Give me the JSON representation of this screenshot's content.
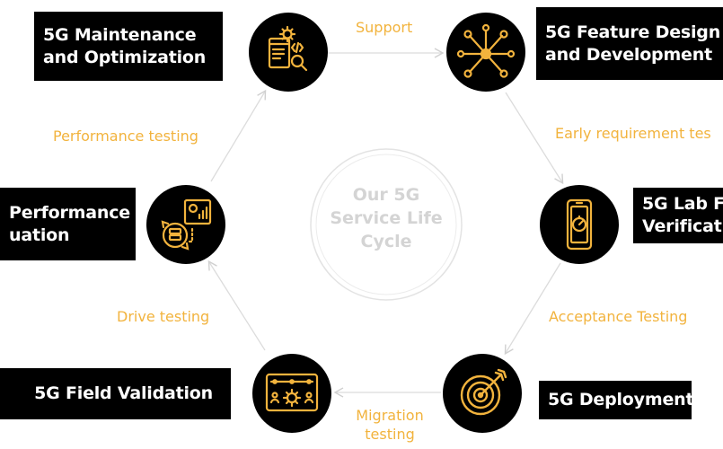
{
  "center": {
    "line1": "Our 5G",
    "line2": "Service Life",
    "line3": "Cycle"
  },
  "stages": [
    {
      "id": "maintenance",
      "line1": "5G Maintenance",
      "line2": "and Optimization",
      "icon": "app-settings-icon"
    },
    {
      "id": "design",
      "line1": "5G Feature Design",
      "line2": "and Development",
      "icon": "network-node-icon"
    },
    {
      "id": "lab",
      "line1": "5G Lab F",
      "line2": "Verificat",
      "icon": "phone-speed-icon"
    },
    {
      "id": "deployment",
      "line1": "5G Deployment",
      "icon": "target-icon"
    },
    {
      "id": "field",
      "line1": "5G Field Validation",
      "icon": "dashboard-settings-icon"
    },
    {
      "id": "performance",
      "line1": "Performance",
      "line2": "uation",
      "icon": "server-analytics-icon"
    }
  ],
  "edges": {
    "support": "Support",
    "early": "Early requirement tes",
    "acceptance": "Acceptance Testing",
    "migration_1": "Migration",
    "migration_2": "testing",
    "drive": "Drive testing",
    "performance_testing": "Performance testing"
  },
  "colors": {
    "accent": "#f2b33d",
    "node": "#000000",
    "connector": "#d9d9d9",
    "center_text": "#d4d4d4"
  }
}
